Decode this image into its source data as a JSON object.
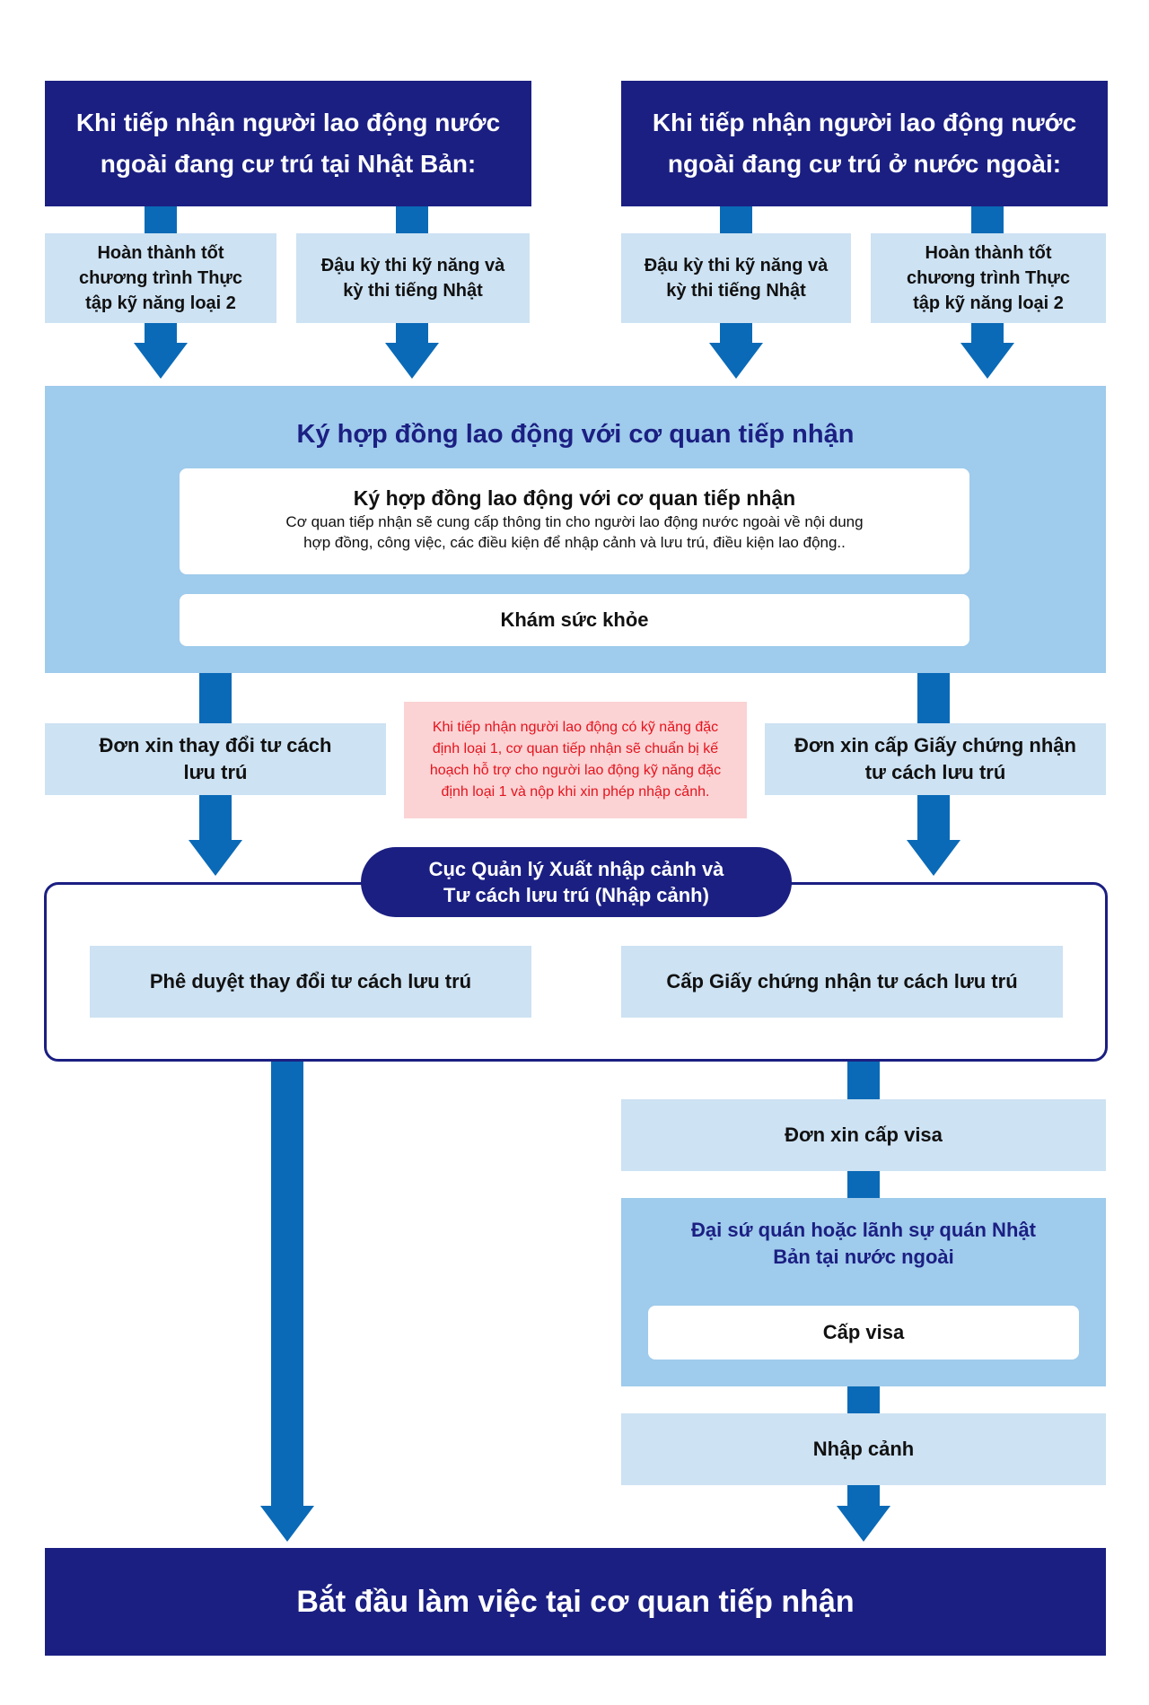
{
  "top": {
    "left_header": "Khi tiếp nhận người lao động nước\nngoài đang cư trú tại Nhật Bản:",
    "right_header": "Khi tiếp nhận người lao động nước\nngoài đang cư trú ở nước ngoài:",
    "left_options": [
      "Hoàn thành tốt\nchương trình Thực\ntập kỹ năng loại 2",
      "Đậu kỳ thi kỹ năng và\nkỳ thi tiếng Nhật"
    ],
    "right_options": [
      "Đậu kỳ thi kỹ năng và\nkỳ thi tiếng Nhật",
      "Hoàn thành tốt\nchương trình Thực\ntập kỹ năng loại 2"
    ]
  },
  "contract": {
    "section_title": "Ký hợp đồng lao động với cơ quan tiếp nhận",
    "card_title": "Ký hợp đồng lao động với cơ quan tiếp nhận",
    "card_desc": "Cơ quan tiếp nhận sẽ cung cấp thông tin cho người lao động nước ngoài về nội dung\nhợp đồng, công việc, các điều kiện để nhập cảnh và lưu trú, điều kiện lao động..",
    "health_check": "Khám sức khỏe"
  },
  "applications": {
    "left": "Đơn xin thay đổi tư cách\nlưu trú",
    "right": "Đơn xin cấp Giấy chứng nhận\ntư cách lưu trú",
    "note": "Khi tiếp nhận người lao động có kỹ năng đặc\nđịnh loại 1, cơ quan tiếp nhận sẽ chuẩn bị kế\nhoạch hỗ trợ cho người lao động kỹ năng đặc\nđịnh loại 1 và nộp khi xin phép nhập cảnh."
  },
  "immigration": {
    "agency": "Cục Quản lý Xuất nhập cảnh và\nTư cách lưu trú (Nhập cảnh)",
    "left_result": "Phê duyệt thay đổi tư cách lưu trú",
    "right_result": "Cấp Giấy chứng nhận tư cách lưu trú"
  },
  "visa": {
    "application": "Đơn xin cấp visa",
    "embassy": "Đại sứ quán hoặc lãnh sự quán Nhật\nBản tại nước ngoài",
    "issue": "Cấp visa",
    "entry": "Nhập cảnh"
  },
  "final": "Bắt đầu làm việc tại cơ quan tiếp nhận",
  "colors": {
    "navy": "#1b1f82",
    "arrow": "#0a6ab7",
    "pale_blue": "#cde2f3",
    "mid_blue": "#9fcbec",
    "note_bg": "#fbd3d4",
    "note_text": "#e5131e",
    "title_text": "#1b1f82"
  }
}
